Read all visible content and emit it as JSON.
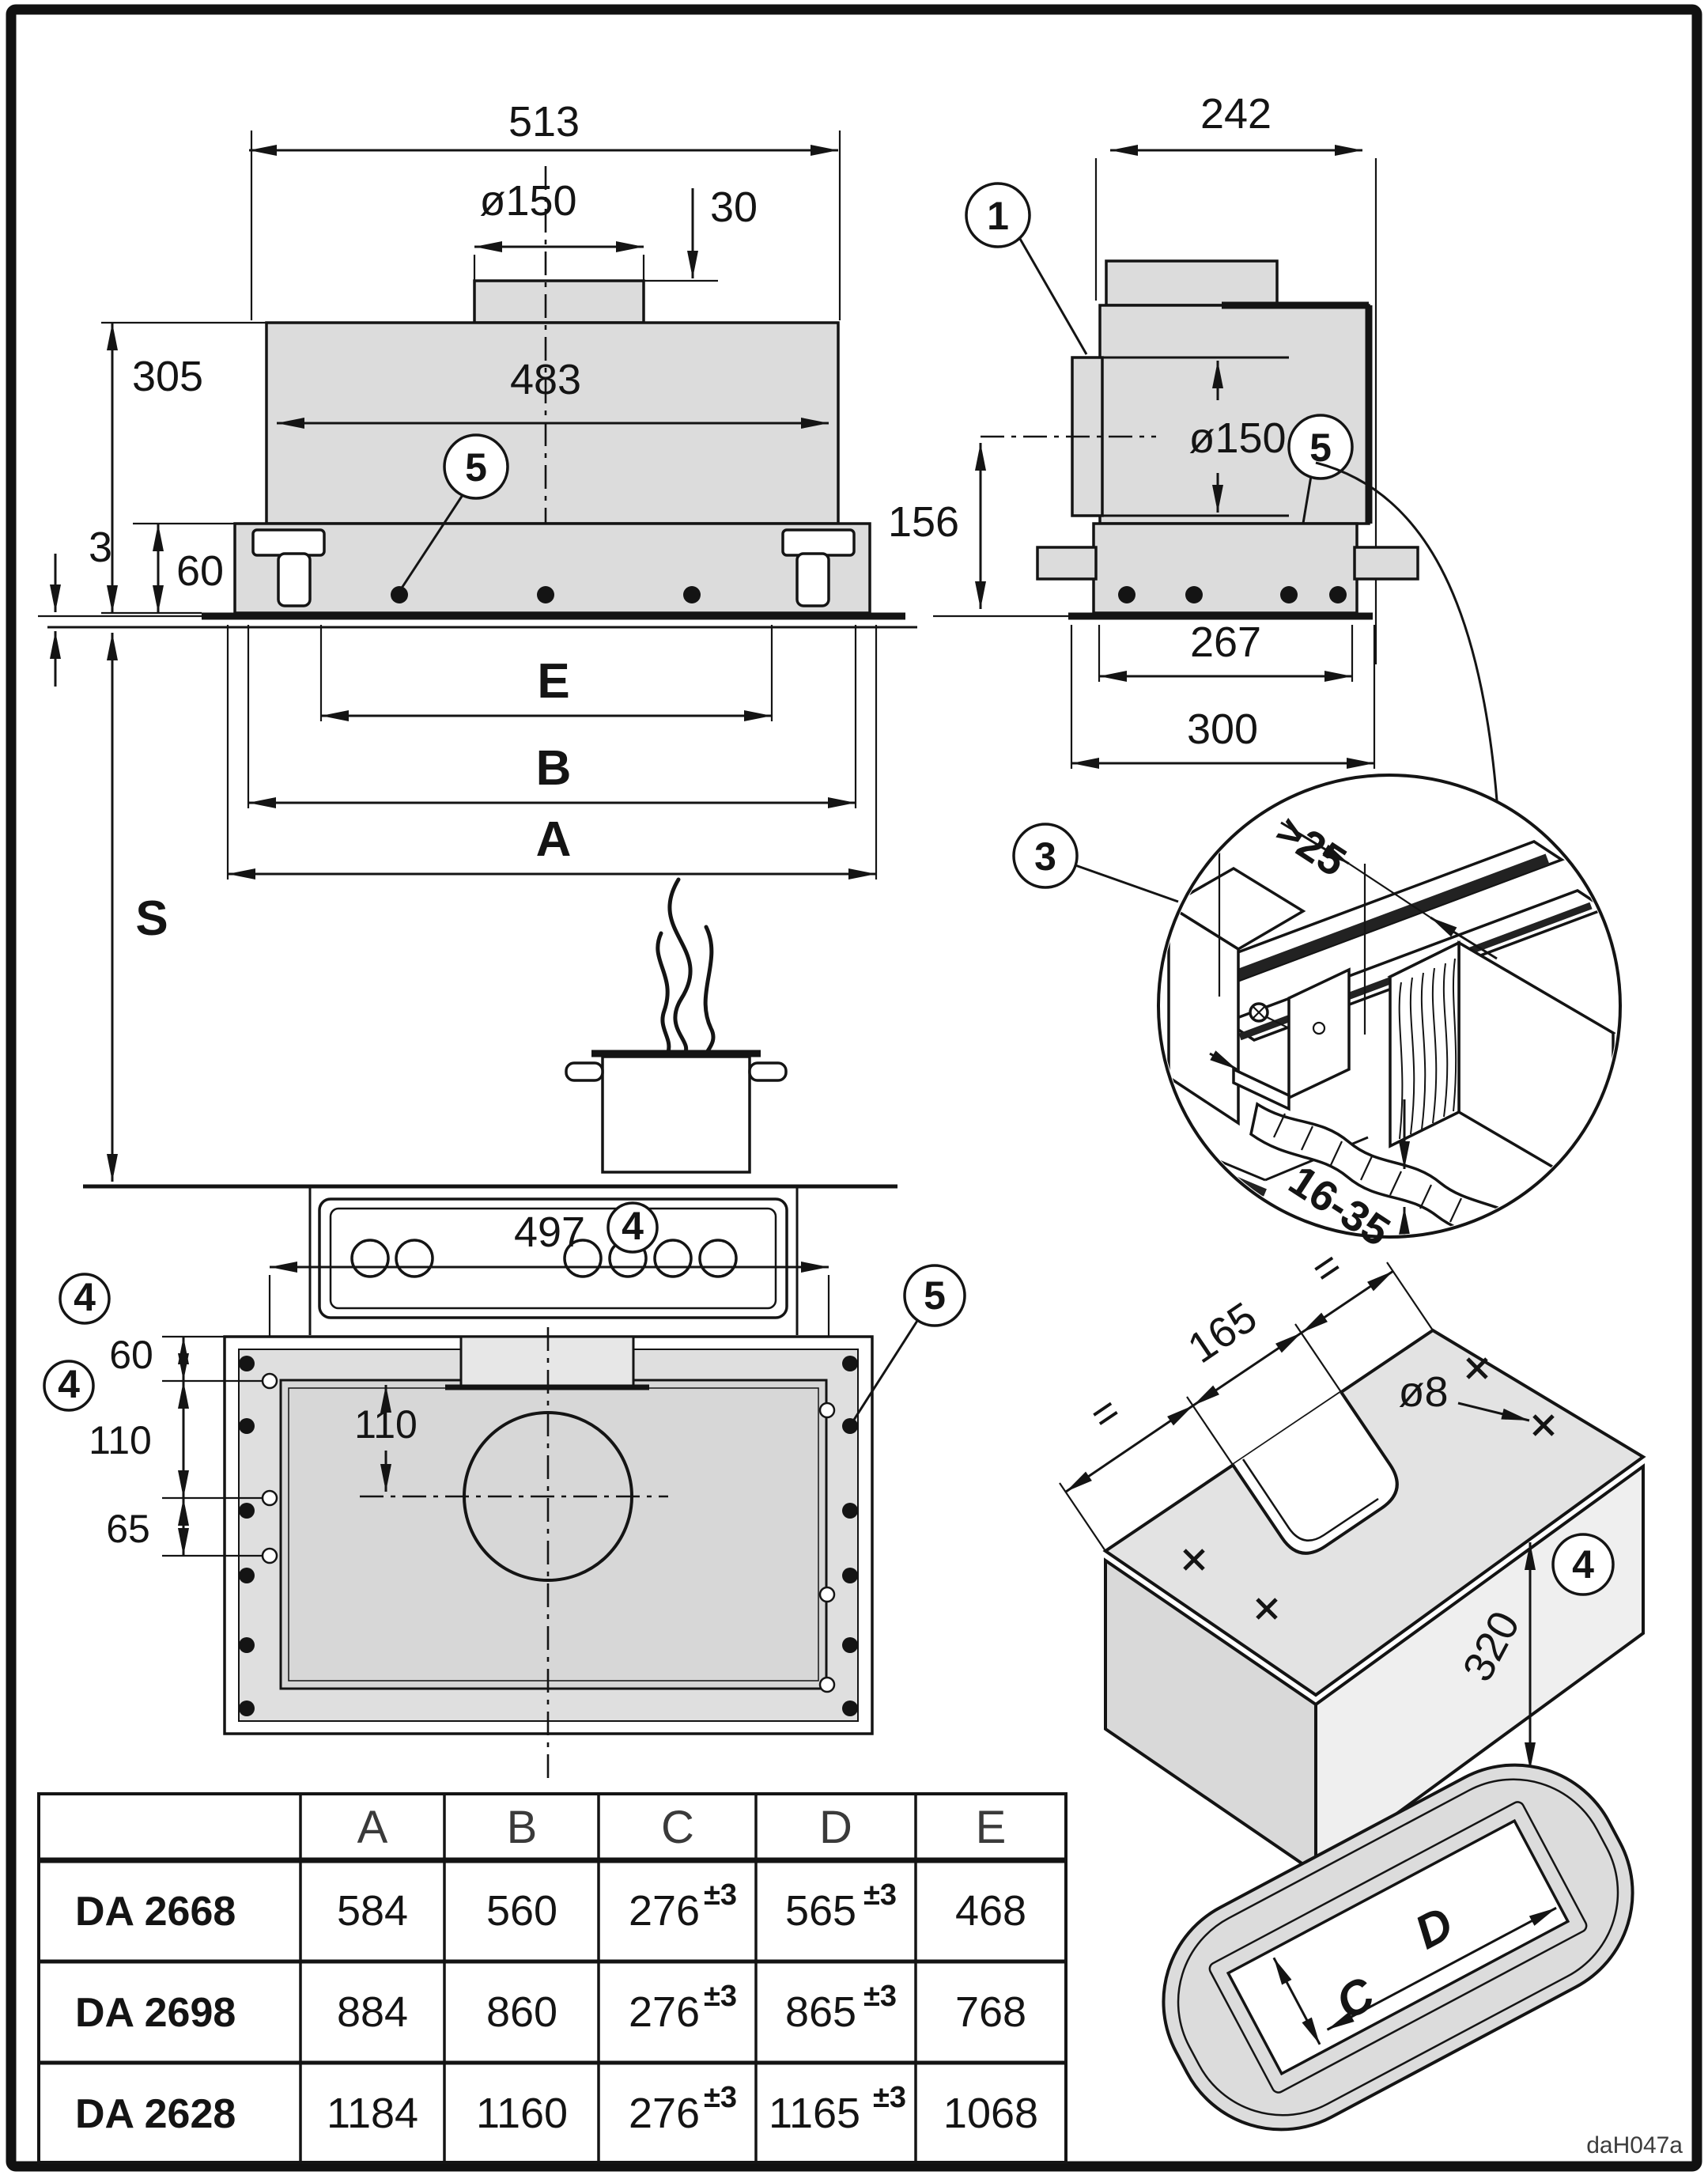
{
  "figure": {
    "code": "daH047a"
  },
  "front_view": {
    "w513": "513",
    "dia150": "ø150",
    "h30": "30",
    "w483": "483",
    "h305": "305",
    "g3": "3",
    "h60": "60",
    "e": "E",
    "b": "B",
    "a": "A",
    "s": "S",
    "c5": "5"
  },
  "side_view": {
    "w242": "242",
    "c1": "1",
    "dia150": "ø150",
    "h156": "156",
    "w267": "267",
    "w300": "300",
    "c5": "5"
  },
  "detail_view": {
    "c3": "3",
    "min25": ">25",
    "range1635": "16-35"
  },
  "plan_view": {
    "w497": "497",
    "c4": "4",
    "c5": "5",
    "d60": "60",
    "d110": "110",
    "d65": "65",
    "d110c": "110"
  },
  "cabinet_view": {
    "eq1": "=",
    "d165": "165",
    "eq2": "=",
    "dia8": "ø8",
    "d320": "320",
    "c4": "4"
  },
  "template_view": {
    "c": "C",
    "d": "D"
  },
  "table": {
    "headers": [
      "A",
      "B",
      "C",
      "D",
      "E"
    ],
    "rows": [
      {
        "model": "DA 2668",
        "a": "584",
        "b": "560",
        "c": "276",
        "c_tol": "±3",
        "d": "565",
        "d_tol": "±3",
        "e": "468"
      },
      {
        "model": "DA 2698",
        "a": "884",
        "b": "860",
        "c": "276",
        "c_tol": "±3",
        "d": "865",
        "d_tol": "±3",
        "e": "768"
      },
      {
        "model": "DA 2628",
        "a": "1184",
        "b": "1160",
        "c": "276",
        "c_tol": "±3",
        "d": "1165",
        "d_tol": "±3",
        "e": "1068"
      }
    ]
  }
}
